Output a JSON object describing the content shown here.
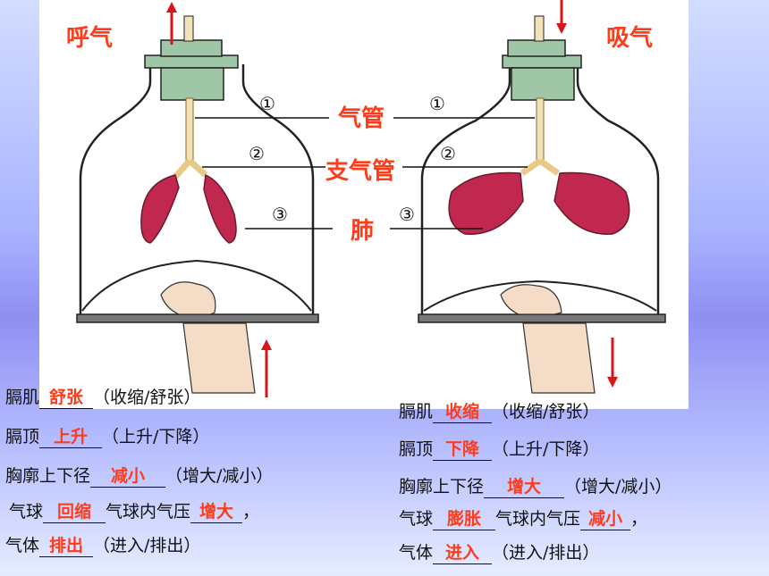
{
  "labels": {
    "exhale": "呼气",
    "inhale": "吸气",
    "trachea": "气管",
    "bronchi": "支气管",
    "lung": "肺",
    "n1": "①",
    "n2": "②",
    "n3": "③"
  },
  "left": {
    "r1_pre": "膈肌",
    "r1_ans": "舒张",
    "r1_post": "（收缩/舒张）",
    "r2_pre": "膈顶",
    "r2_ans": "上升",
    "r2_post": "（上升/下降）",
    "r3_pre": "胸廓上下径",
    "r3_ans": "减小",
    "r3_post": "（增大/减小）",
    "r4_pre": "气球",
    "r4_ans": "回缩",
    "r4_mid": "气球内气压",
    "r4_ans2": "增大",
    "r4_post": "，",
    "r5_pre": "气体",
    "r5_ans": "排出",
    "r5_post": "（进入/排出）"
  },
  "right": {
    "r1_pre": "膈肌",
    "r1_ans": "收缩",
    "r1_post": "（收缩/舒张）",
    "r2_pre": "膈顶",
    "r2_ans": "下降",
    "r2_post": "（上升/下降）",
    "r3_pre": "胸廓上下径",
    "r3_ans": "增大",
    "r3_post": "（增大/减小）",
    "r4_pre": "气球",
    "r4_ans": "膨胀",
    "r4_mid": "气球内气压",
    "r4_ans2": "减小",
    "r4_post": "，",
    "r5_pre": "气体",
    "r5_ans": "进入",
    "r5_post": "（进入/排出）"
  },
  "colors": {
    "accent": "#ff3b1a",
    "lung": "#c0284f",
    "cork": "#9fc6a6",
    "arrow": "#d9151a"
  }
}
